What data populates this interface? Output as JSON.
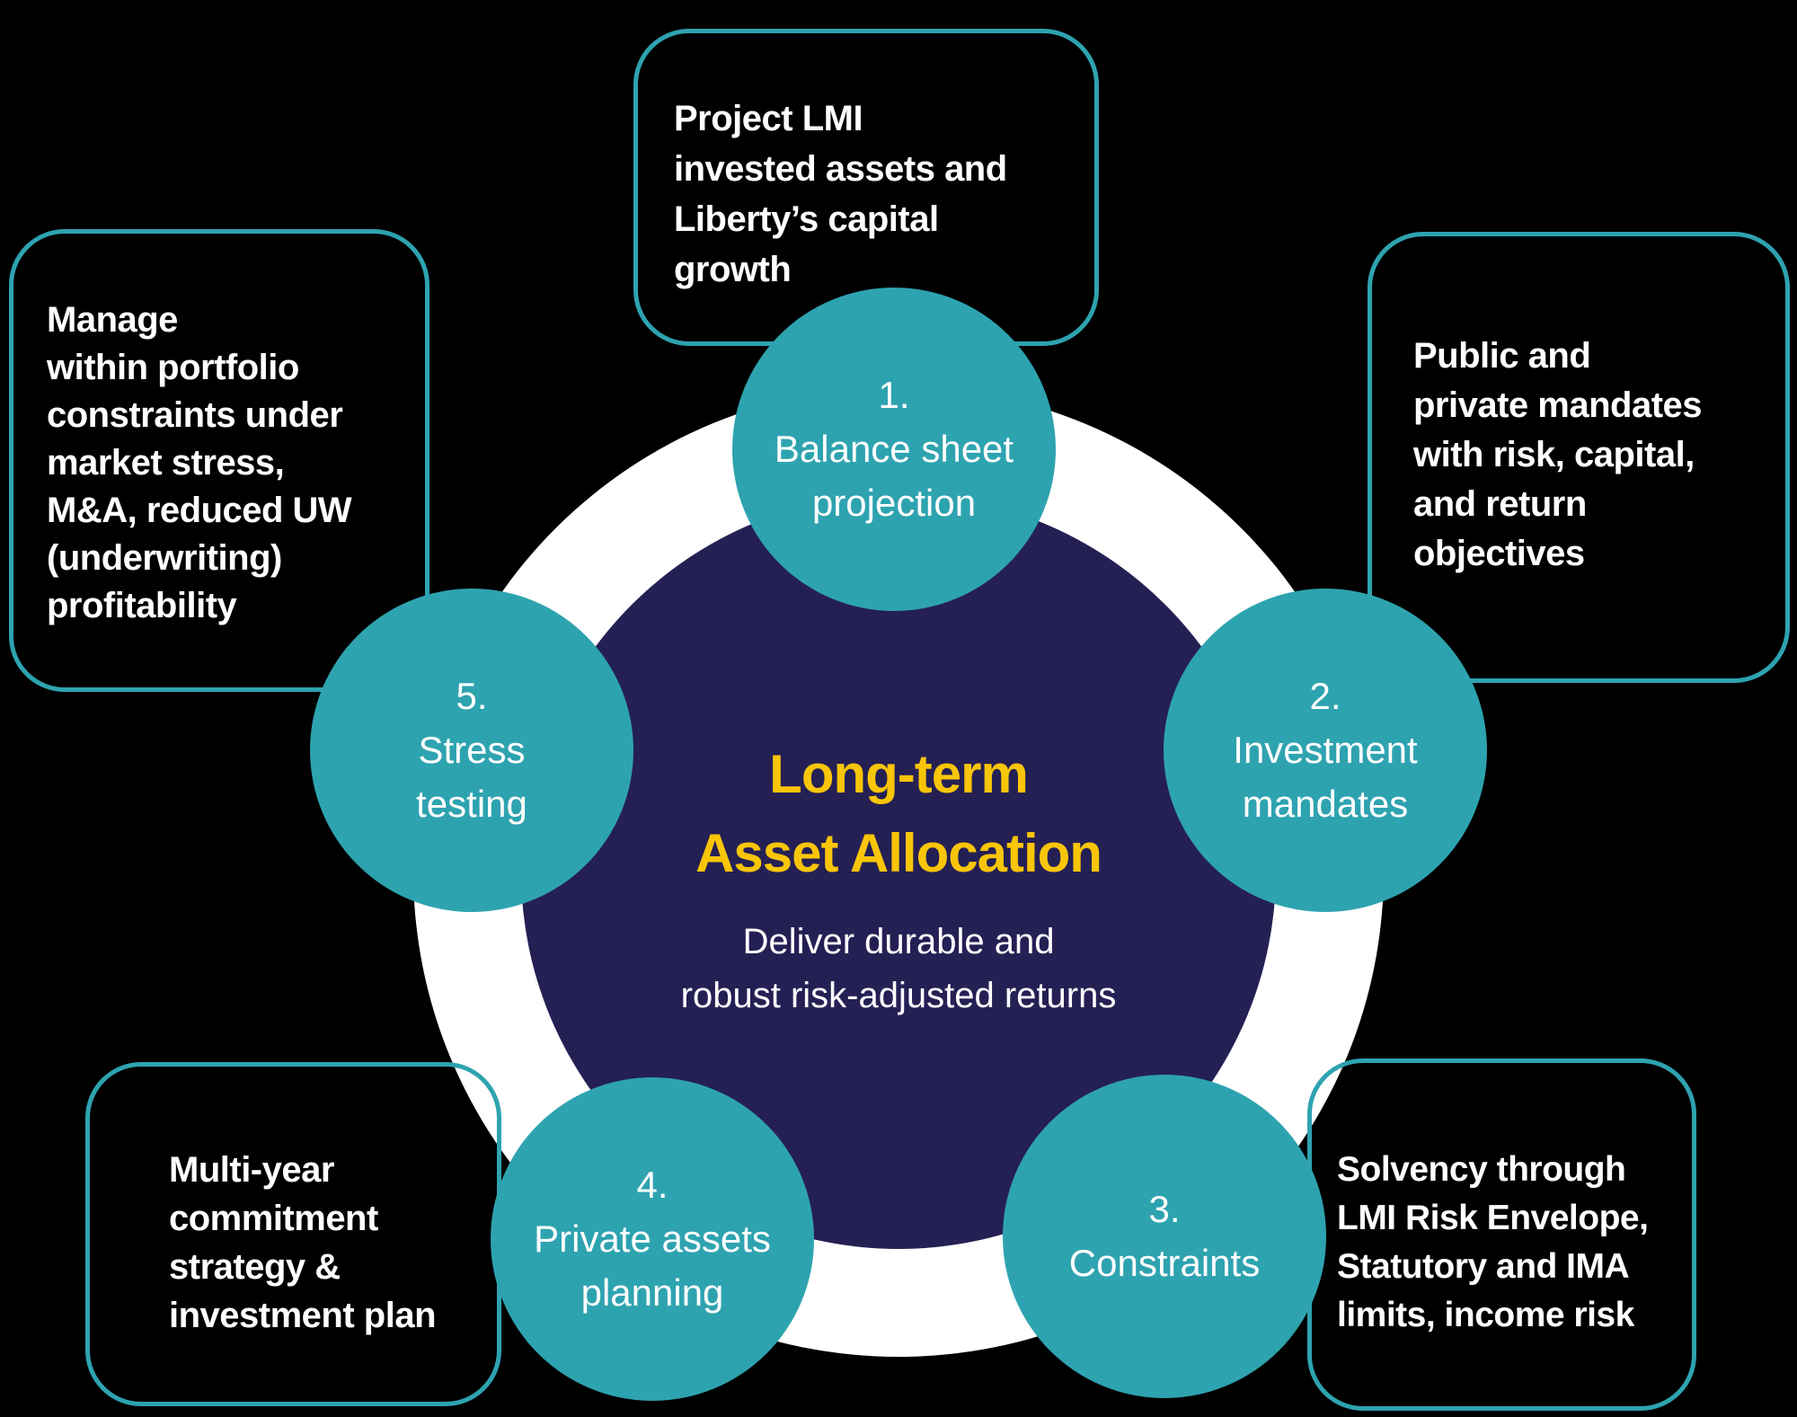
{
  "colors": {
    "bg": "#000000",
    "teal": "#2ea3b0",
    "navy": "#252054",
    "yellow": "#f8c508",
    "white": "#ffffff"
  },
  "center": {
    "title_lines": [
      "Long-term",
      "Asset Allocation"
    ],
    "subtitle_lines": [
      "Deliver durable and",
      "robust risk-adjusted returns"
    ]
  },
  "steps": [
    {
      "number": "1.",
      "lines": [
        "Balance sheet",
        "projection"
      ]
    },
    {
      "number": "2.",
      "lines": [
        "Investment",
        "mandates"
      ]
    },
    {
      "number": "3.",
      "lines": [
        "Constraints"
      ]
    },
    {
      "number": "4.",
      "lines": [
        "Private assets",
        "planning"
      ]
    },
    {
      "number": "5.",
      "lines": [
        "Stress",
        "testing"
      ]
    }
  ],
  "boxes": {
    "top": {
      "lines": [
        "Project LMI",
        "invested assets and",
        "Liberty’s capital",
        "growth"
      ]
    },
    "right": {
      "lines": [
        "Public and",
        "private mandates",
        "with risk, capital,",
        "and return",
        "objectives"
      ]
    },
    "left": {
      "lines": [
        "Manage",
        "within portfolio",
        "constraints under",
        "market stress,",
        "M&A, reduced UW",
        "(underwriting)",
        "profitability"
      ]
    },
    "bottom_left": {
      "lines": [
        "Multi-year",
        "commitment",
        "strategy &",
        "investment plan"
      ]
    },
    "bottom_right": {
      "lines": [
        "Solvency through",
        "LMI Risk Envelope,",
        "Statutory and IMA",
        "limits, income risk"
      ]
    }
  }
}
